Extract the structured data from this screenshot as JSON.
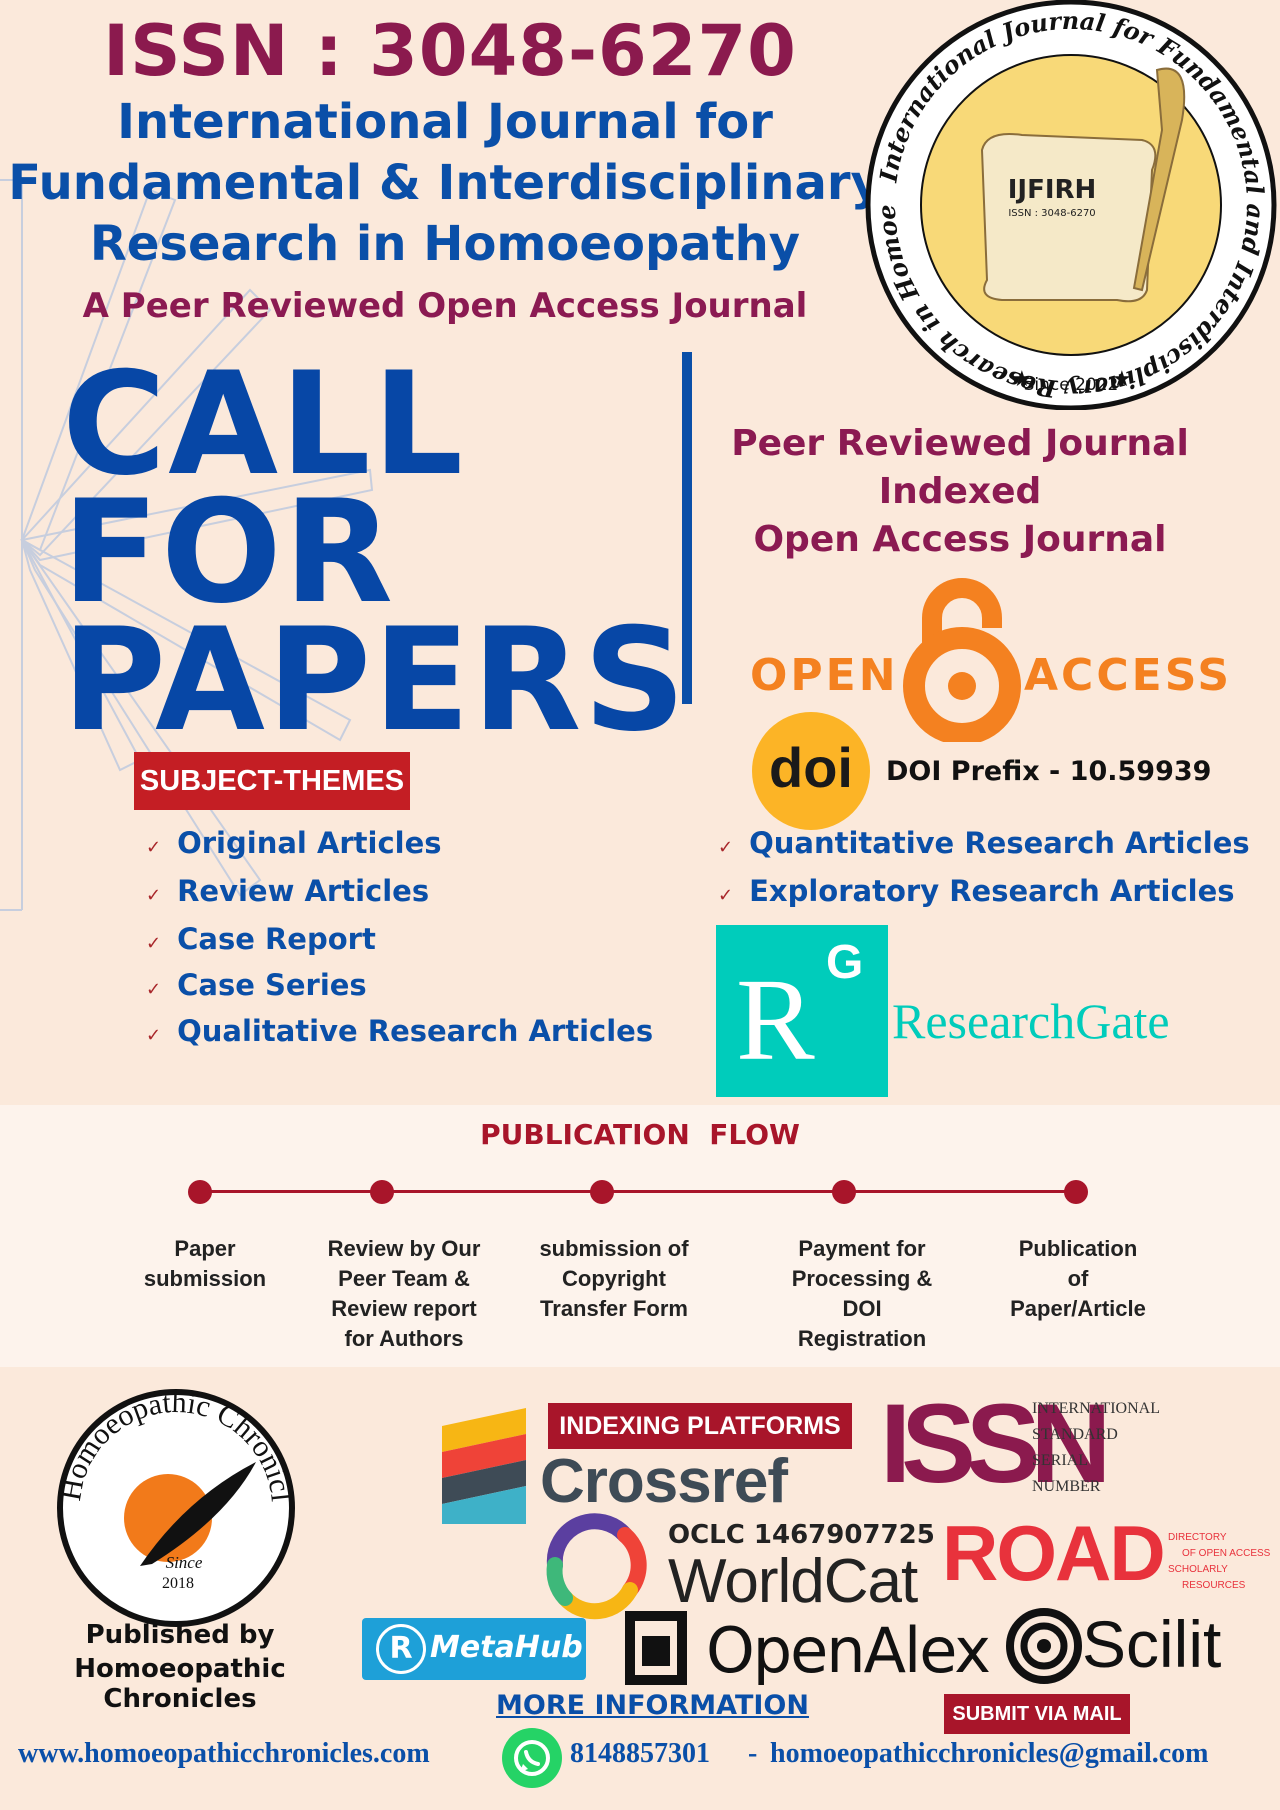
{
  "header": {
    "issn": "ISSN : 3048-6270",
    "title_line1": "International Journal for",
    "title_line2": "Fundamental & Interdisciplinary",
    "title_line3": "Research in Homoeopathy",
    "tagline": "A Peer Reviewed Open Access Journal"
  },
  "seal": {
    "ring_text": "International Journal for Fundamental and Interdisciplinary Research in Homoeopathy",
    "abbr": "IJFIRH",
    "issn": "ISSN : 3048-6270",
    "since": "Since 2022"
  },
  "call": {
    "line1": "CALL",
    "line2": "FOR",
    "line3": "PAPERS"
  },
  "right_headline": {
    "line1": "Peer Reviewed Journal",
    "line2": "Indexed",
    "line3": "Open Access Journal"
  },
  "open_access": {
    "left": "OPEN",
    "right": "ACCESS"
  },
  "doi": {
    "logo": "doi",
    "prefix": "DOI Prefix - 10.59939"
  },
  "subject_badge": "SUBJECT-THEMES",
  "themes_left": [
    "Original Articles",
    "Review Articles",
    "Case Report",
    "Case Series",
    "Qualitative Research Articles"
  ],
  "themes_right": [
    "Quantitative Research Articles",
    "Exploratory Research Articles"
  ],
  "researchgate": {
    "r": "R",
    "g": "G",
    "name": "ResearchGate"
  },
  "flow": {
    "title": "PUBLICATION  FLOW",
    "steps": [
      [
        "Paper",
        "submission"
      ],
      [
        "Review by Our",
        "Peer Team &",
        "Review report",
        "for Authors"
      ],
      [
        "submission of",
        "Copyright",
        "Transfer Form"
      ],
      [
        "Payment for",
        "Processing &",
        "DOI",
        "Registration"
      ],
      [
        "Publication",
        "of",
        "Paper/Article"
      ]
    ]
  },
  "publisher": {
    "ring_text": "Homoeopathic Chronicles",
    "since": "Since",
    "year": "2018",
    "label1": "Published by",
    "label2": "Homoeopathic Chronicles"
  },
  "indexing": {
    "badge": "INDEXING PLATFORMS",
    "crossref": "Crossref",
    "issn_logo": "ISSN",
    "issn_lines": [
      "INTERNATIONAL",
      "STANDARD",
      "SERIAL",
      "NUMBER"
    ],
    "oclc": "OCLC 1467907725",
    "worldcat": "WorldCat",
    "road": "ROAD",
    "road_lines": [
      "DIRECTORY",
      "OF OPEN ACCESS",
      "SCHOLARLY",
      "RESOURCES"
    ],
    "metahub_r": "R",
    "metahub": "MetaHub",
    "openalex": "OpenAlex",
    "scilit": "Scilit"
  },
  "footer": {
    "more_info": "MORE INFORMATION",
    "submit_badge": "SUBMIT VIA MAIL",
    "website": "www.homoeopathicchronicles.com",
    "phone": "8148857301",
    "sep": "-",
    "email": "homoeopathicchronicles@gmail.com"
  },
  "colors": {
    "blue": "#0a4fa8",
    "maroon": "#8b1a52",
    "red": "#c41e24",
    "orange": "#f48120",
    "teal": "#00ccbb"
  }
}
